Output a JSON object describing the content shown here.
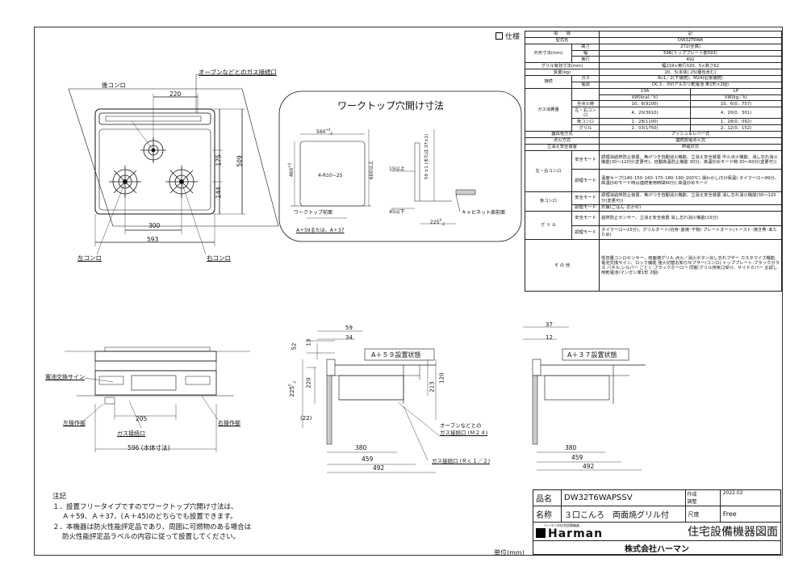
{
  "top_view": {
    "label_rear_burner": "後コンロ",
    "label_left_burner": "左コンロ",
    "label_right_burner": "右コンロ",
    "label_oven_gas_inlet": "オーブンなどとのガス接続口",
    "dim_220": "220",
    "dim_175": "175",
    "dim_144": "144",
    "dim_509": "509",
    "dim_300": "300",
    "dim_593": "593"
  },
  "cutout": {
    "title": "ワークトップ穴開け寸法",
    "dim_560": "560",
    "tol_560_top": "+4",
    "tol_560_bottom": "0",
    "dim_460": "460",
    "tol_460_top": "+4",
    "tol_460_bottom": "0",
    "corner_radius": "4-R10~25",
    "dim_600_or_more": "600以上",
    "dim_15_or_more": "15以上",
    "dim_45_or_less": "45以下",
    "dim_vertical_59": "59 ±1 (または 37±1)",
    "dim_225": "225",
    "tol_225_top": "0",
    "tol_225_bottom": "-2",
    "label_worktop_front": "ワークトップ前面",
    "label_a59": "A＋59または、A＋37",
    "label_cabinet_front": "キャビネット扉前面"
  },
  "front_view": {
    "label_battery_sign": "電池交換サイン",
    "label_left_panel": "左操作部",
    "label_right_panel": "右操作部",
    "label_gas_inlet": "ガス接続口",
    "dim_205": "205",
    "dim_596": "596 (本体寸法)"
  },
  "side_view_a59": {
    "title": "A＋５９設置状態",
    "dim_59": "59",
    "dim_34": "34",
    "dim_13": "13",
    "dim_52": "52",
    "dim_220": "220",
    "dim_225": "225",
    "tol_225_top": "0",
    "tol_225_bottom": "-2",
    "dim_22": "(22)",
    "dim_120": "120",
    "dim_213": "213",
    "dim_380": "380",
    "dim_459": "459",
    "dim_492": "492",
    "label_oven_gas": "オーブンなどとの",
    "label_oven_gas2": "ガス接続口 (Ｍ２４)",
    "label_gas_rc": "ガス接続口 (Ｒｃ１／２)"
  },
  "side_view_a37": {
    "title": "A＋３７設置状態",
    "dim_37": "37",
    "dim_12": "12",
    "dim_380": "380",
    "dim_459": "459",
    "dim_492": "492"
  },
  "spec": {
    "heading": "仕様",
    "header_item": "項　　目",
    "header_note": "記",
    "rows": [
      [
        "型式名",
        "DW32T6WA"
      ],
      [
        "外形寸法(mm)|高さ",
        "272(全高)"
      ],
      [
        "外形寸法(mm)|幅",
        "596(トッププレート部593)"
      ],
      [
        "外形寸法(mm)|奥行",
        "492"
      ],
      [
        "グリル有効寸法(mm)",
        "幅219×奥行320．5×高さ62"
      ],
      [
        "質量(kg)",
        "20．5(本体)  25(梱包含む)"
      ],
      [
        "接続|ガス",
        "Rc1／2(下接続)、M24(右後接続)"
      ],
      [
        "接続|電源",
        "DC３．0V(アルカリ乾電池 単1形×2個)"
      ]
    ],
    "gas_label": "ガス消費量",
    "gas_cols": [
      "13A",
      "LP"
    ],
    "gas_units": [
      "kW(kcal／h)",
      "kW(kg／h)"
    ],
    "gas_rows": [
      [
        "全点火時",
        "10．6(9100)",
        "10．6(0．757)"
      ],
      [
        "左・右コンロ",
        "4．20(3610)",
        "4．20(0．301)"
      ],
      [
        "後コンロ",
        "1．28(1100)",
        "1．28(0．092)"
      ],
      [
        "グリル",
        "2．03(1750)",
        "2．12(0．152)"
      ]
    ],
    "rows2": [
      [
        "器具栓方式",
        "プッシュ＆レバー式"
      ],
      [
        "点火方式",
        "連続放電点火式"
      ],
      [
        "立消え安全装置",
        "熱電対式"
      ]
    ],
    "lr_label": "左・右コンロ",
    "rear_label": "後コンロ",
    "grill_label": "グ リ ル",
    "safety_mode": "安全モード",
    "cook_mode": "調理モード",
    "lr_safety": "調理油過熱防止装置、焦げつき自動消火機能、立消え安全装置 中火点火機能、消し忘れ消火機能(30～120分(変更可)、自動高温防止機能 30分、高温炒めモード時:30～60分(変更可))",
    "lr_cook": "温度キープ(140･150･160･170･180･190･200℃) 湯わかし(5分保温) タイマー(1～99分、高温炒めモード時は連続使用時間60分) 高温炒めモード",
    "rear_safety": "調理油過熱防止装置、焦げつき自動消火機能、立消え安全装置 消し忘れ消火機能(30～120分(変更可))",
    "rear_cook": "炊飯(ごはん･おかゆ)",
    "grill_safety": "過熱防止センサー、立消え安全装置 消し忘れ消火機能(15分)",
    "grill_cook": "タイマー(1～15分)、グリルオート(切身･姿焼･干物) プレートオート(トースト･焼き魚･あたため)",
    "other_label": "そ の 他",
    "other_text": "低容量コンロセンサー、両面焼グリル 点火／消火ボタン戻し忘れブザー カスタマイズ機能、電池交換サイン、ロック機能 強火切替お知らせブザー(コンロ) トッププレート:ブラックガラス パネル:シルバー ごとく:ブラックホーロー 同梱:グリル排気口受け、サイドカバー お試し用乾電池(マンガン単1形 2個)"
  },
  "notes": {
    "title": "注記",
    "line1": "１．設置フリータイプですのでワークトップ穴開け寸法は、",
    "line2": "Ａ＋59、Ａ＋37、(Ａ＋45)のどちらでも設置できます。",
    "line3": "２．本機器は防火性能評定品であり、周囲に可燃物のある場合は",
    "line4": "防火性能評定品ラベルの内容に従って設置してください。"
  },
  "title_block": {
    "label_product": "品名",
    "product": "DW32T6WAPSSV",
    "label_made": "作成",
    "made_date": "2022.02",
    "label_check": "調整",
    "label_name": "名称",
    "name": "３口こんろ　両面焼グリル付",
    "label_scale": "尺度",
    "scale": "Free",
    "brand": "Harman",
    "brand_small": "ハーマンの住宅設備機器",
    "drawing_title": "住宅設備機器図面",
    "company": "株式会社ハーマン"
  },
  "unit_label": "単位(mm)"
}
